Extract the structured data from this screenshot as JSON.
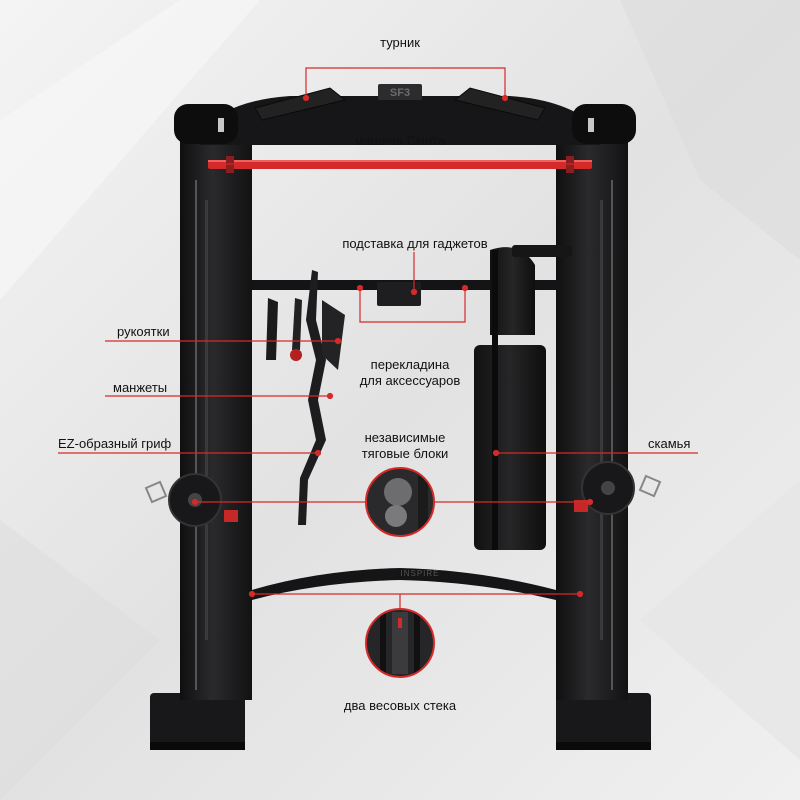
{
  "labels": {
    "pullup_bar": "турник",
    "smith_machine": "машина Смита",
    "gadget_stand": "подставка для гаджетов",
    "handles": "рукоятки",
    "accessory_crossbar_l1": "перекладина",
    "accessory_crossbar_l2": "для аксессуаров",
    "cuffs": "манжеты",
    "ez_bar": "EZ-образный гриф",
    "independent_pulleys_l1": "независимые",
    "independent_pulleys_l2": "тяговые блоки",
    "bench": "скамья",
    "weight_stacks": "два весовых стека"
  },
  "frame_logo": "SF3",
  "base_logo": "INSPIRE",
  "colors": {
    "accent": "#d42a2a",
    "frame": "#1c1c1e",
    "background": "#ececec"
  }
}
